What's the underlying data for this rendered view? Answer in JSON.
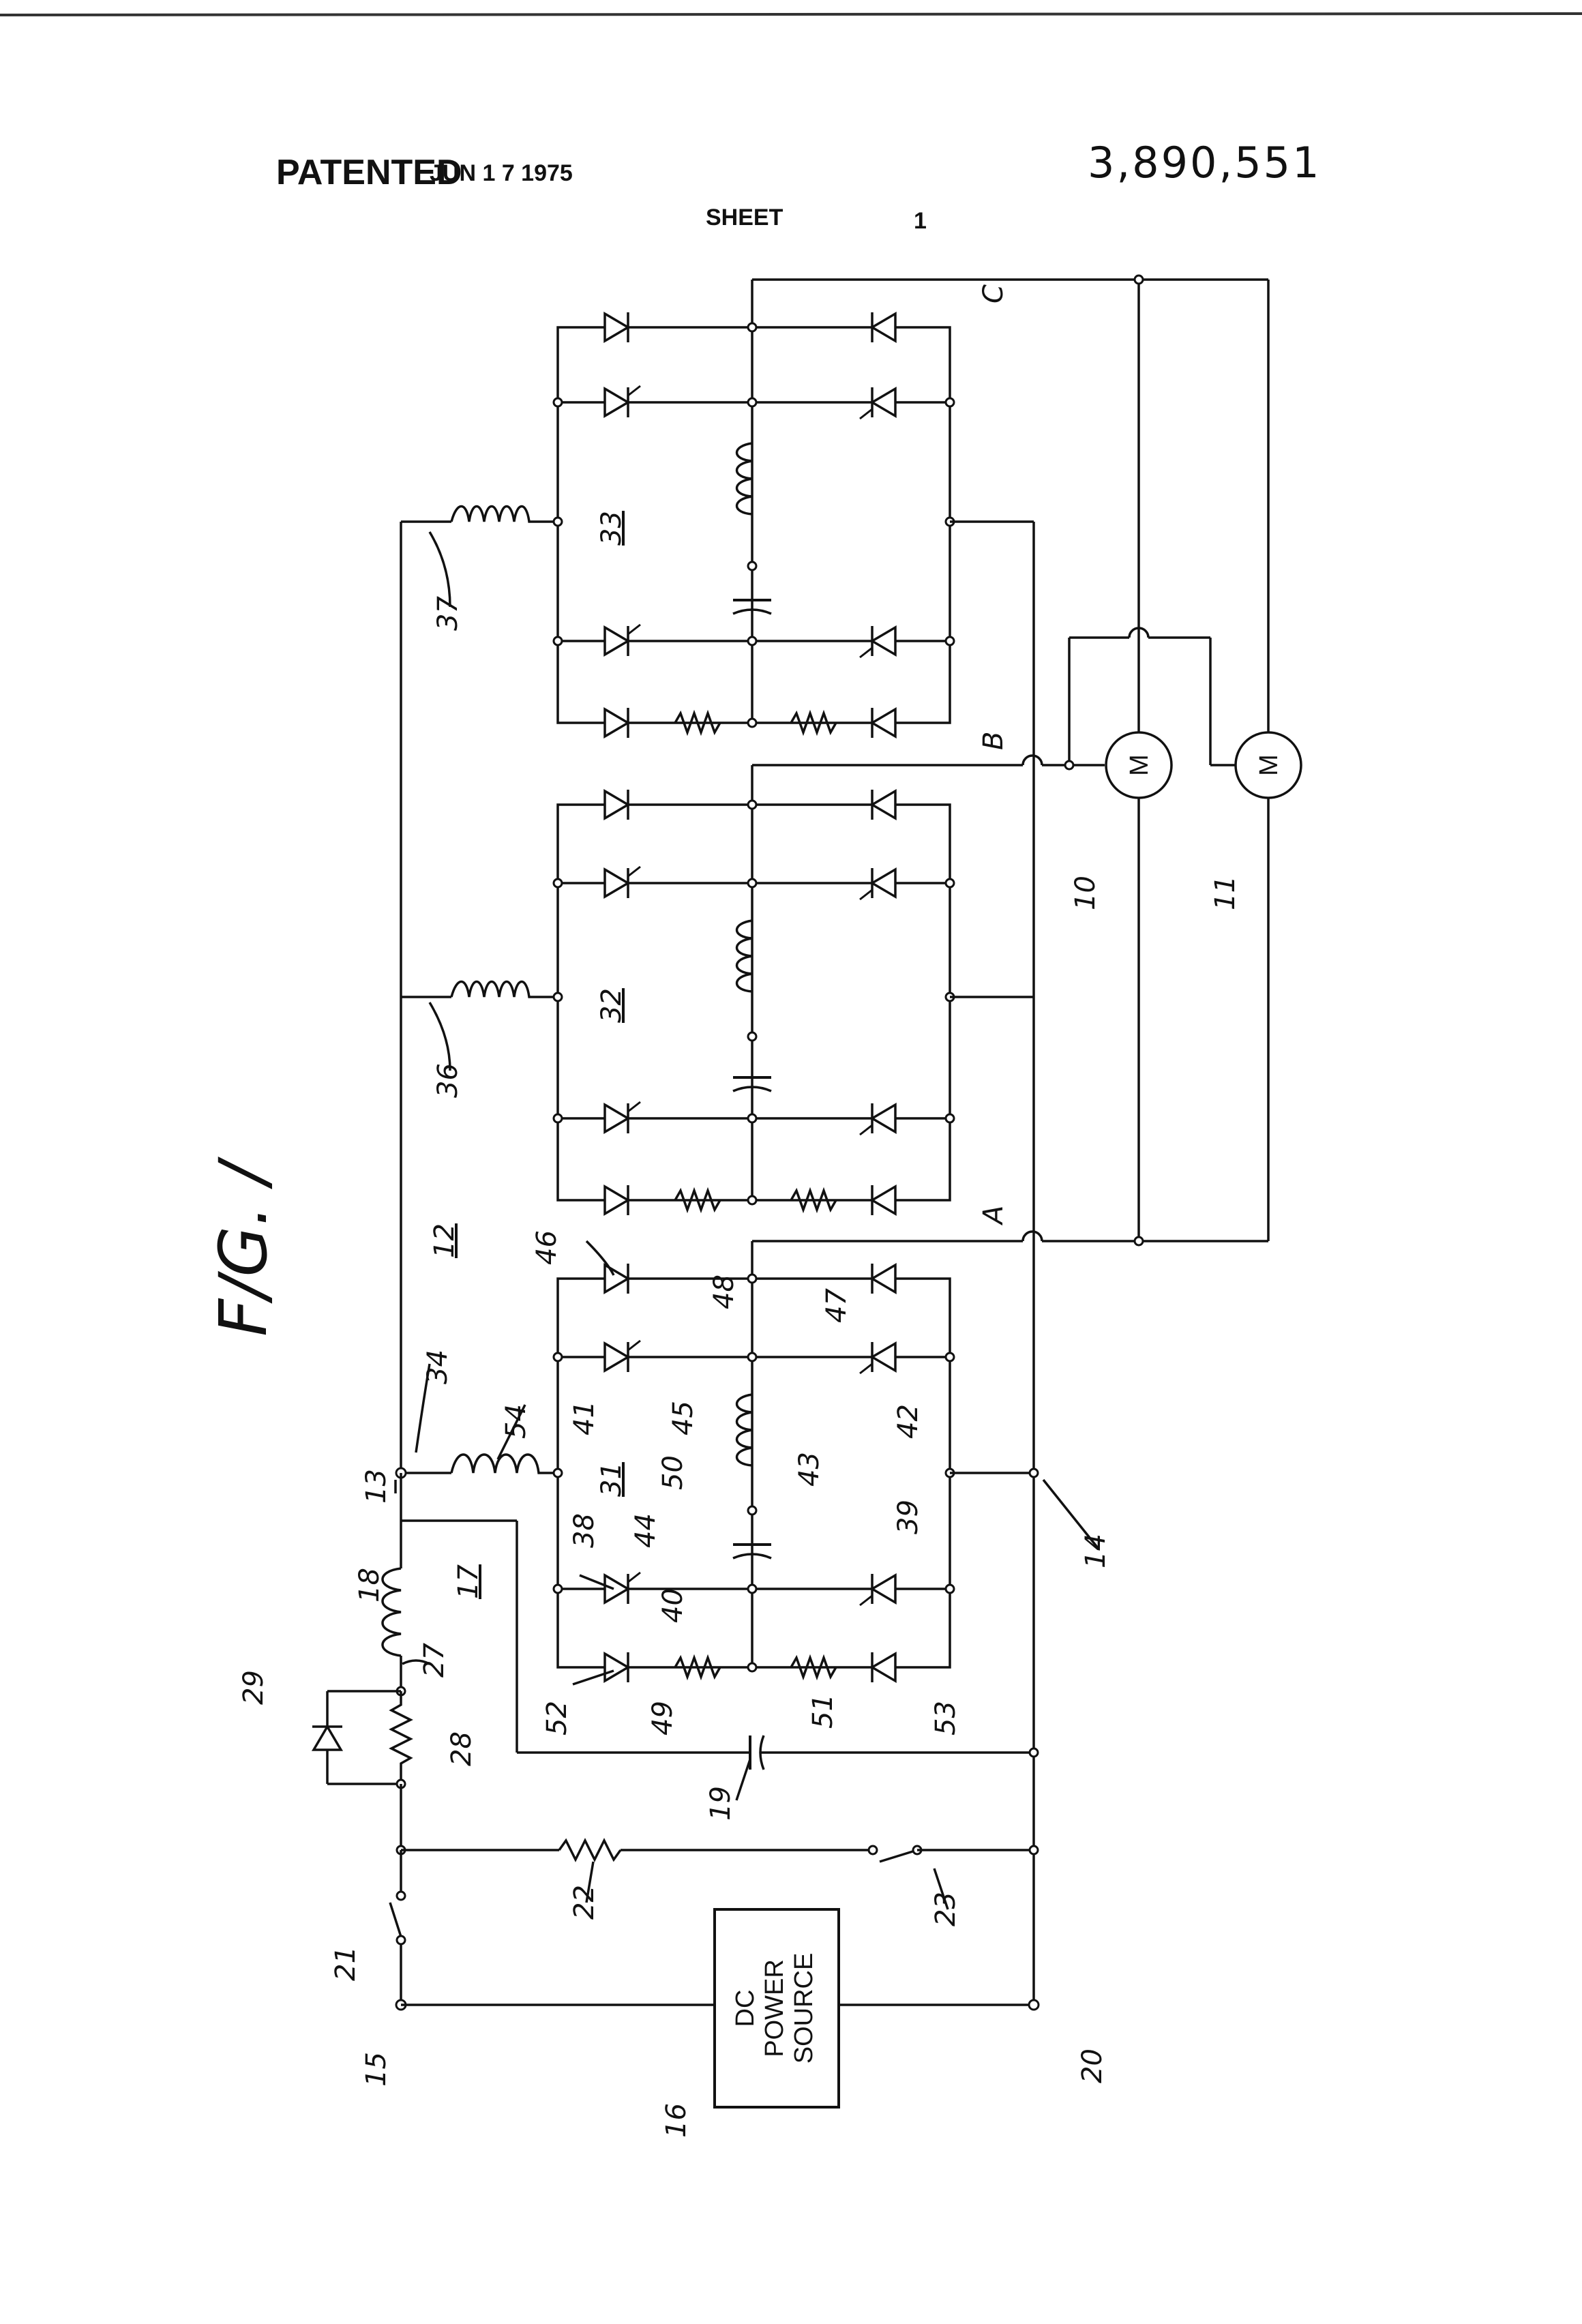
{
  "header": {
    "patented": "PATENTED",
    "date": "JUN 1 7 1975",
    "patent_number": "3,890,551",
    "sheet_label": "SHEET",
    "sheet_number": "1"
  },
  "figure_label": "F/G. /",
  "power_source_box": {
    "line1": "DC",
    "line2": "POWER",
    "line3": "SOURCE"
  },
  "phase_labels": {
    "a": "A",
    "b": "B",
    "c": "C"
  },
  "motor_symbol": "M",
  "bridges": {
    "b31": "31",
    "b32": "32",
    "b33": "33",
    "b12": "12",
    "b17": "17"
  },
  "refs": {
    "r10": "10",
    "r11": "11",
    "r13": "13",
    "r14": "14",
    "r15": "15",
    "r16": "16",
    "r18": "18",
    "r19": "19",
    "r20": "20",
    "r21": "21",
    "r22": "22",
    "r23": "23",
    "r27": "27",
    "r28": "28",
    "r29": "29",
    "r34": "34",
    "r36": "36",
    "r37": "37",
    "r38": "38",
    "r39": "39",
    "r40": "40",
    "r41": "41",
    "r42": "42",
    "r43": "43",
    "r44": "44",
    "r45": "45",
    "r46": "46",
    "r47": "47",
    "r48": "48",
    "r49": "49",
    "r50": "50",
    "r51": "51",
    "r52": "52",
    "r53": "53",
    "r54": "54"
  }
}
